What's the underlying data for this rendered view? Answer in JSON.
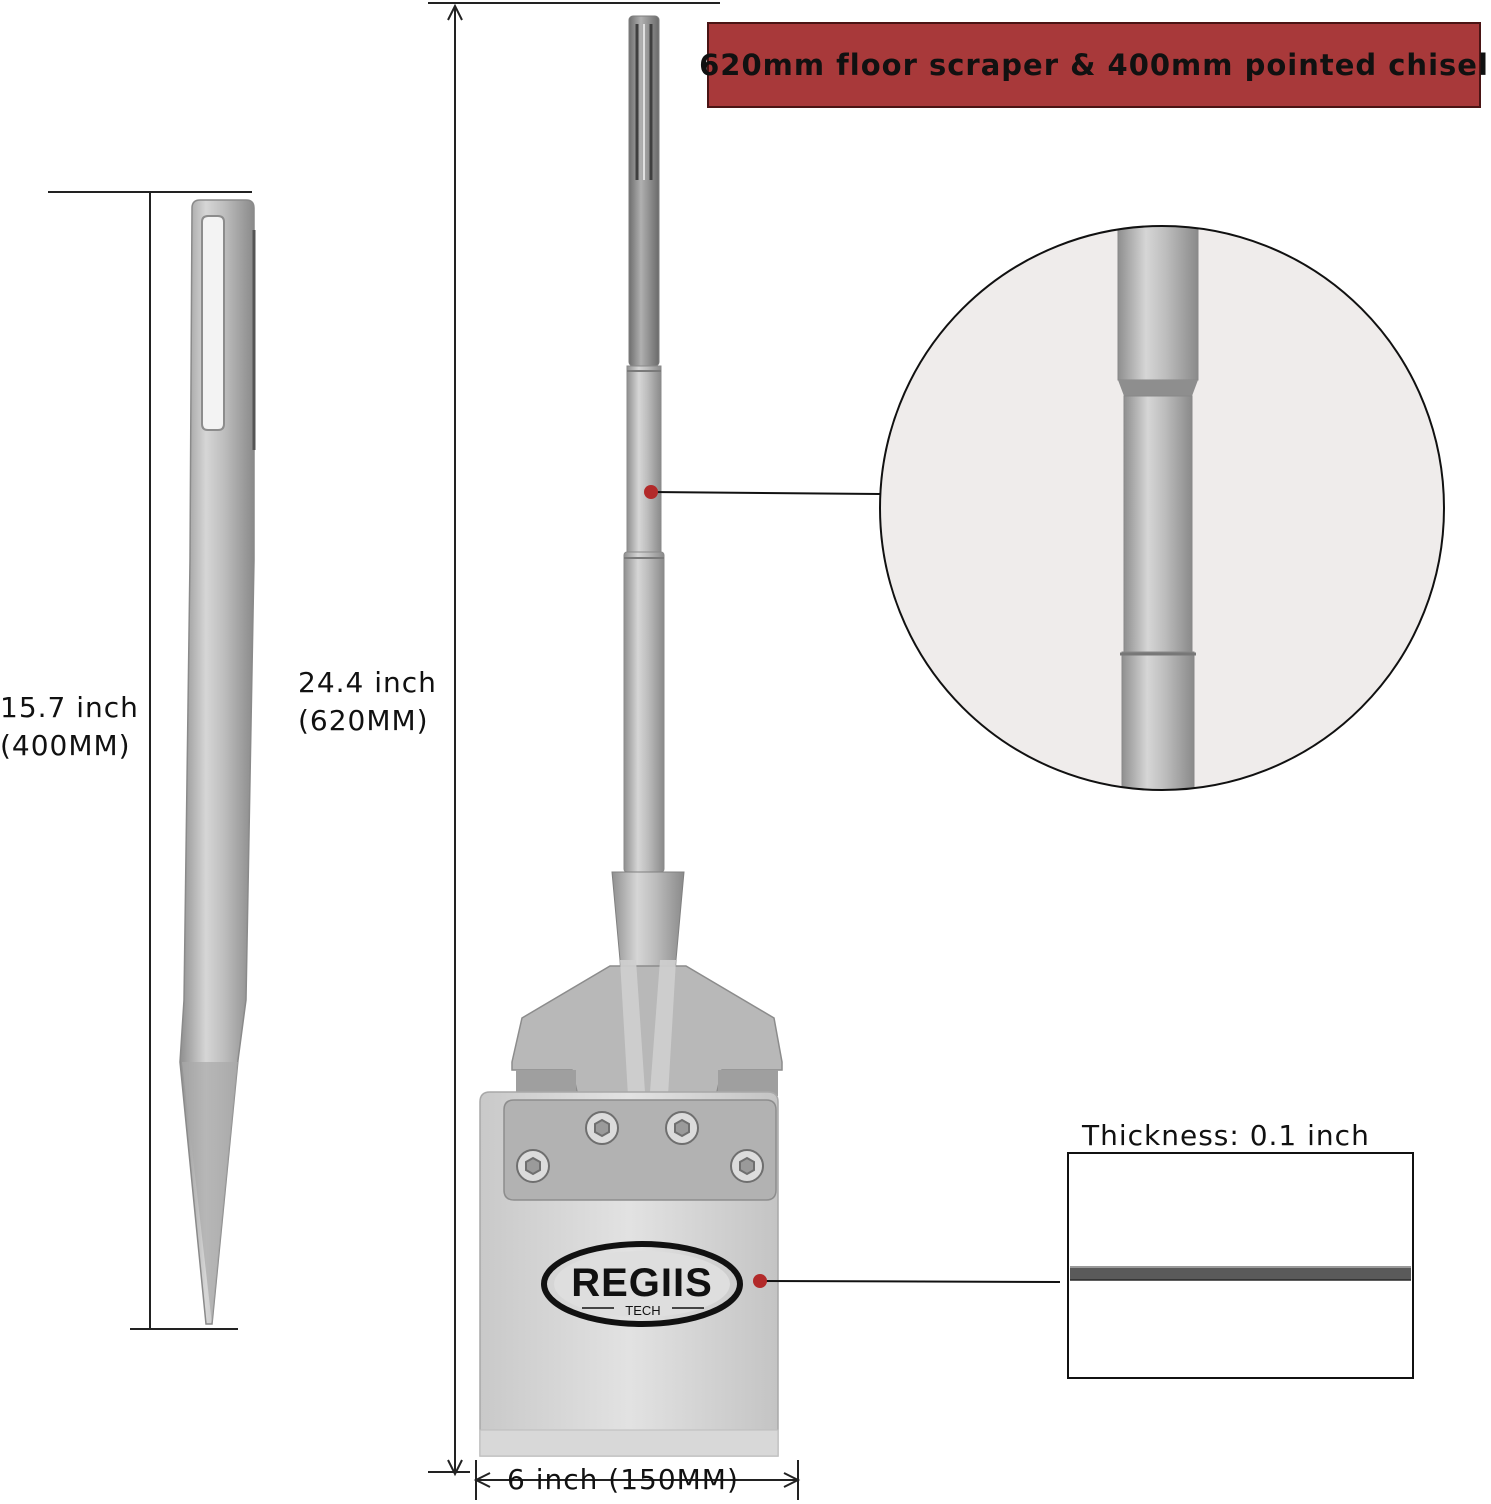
{
  "banner": {
    "text": "620mm floor scraper & 400mm pointed chisel",
    "color": "#a8393a"
  },
  "chisel": {
    "length_in": "15.7 inch",
    "length_mm": "(400MM)"
  },
  "scraper": {
    "length_in": "24.4 inch",
    "length_mm": "(620MM)",
    "width": "6 inch (150MM)"
  },
  "logo": {
    "brand": "REGIIS",
    "sub": "TECH"
  },
  "thickness": {
    "label": "Thickness: 0.1 inch"
  },
  "colors": {
    "steel": "#b9b9b9",
    "marker": "#b22a2a",
    "zoom_bg": "#efeceb"
  }
}
